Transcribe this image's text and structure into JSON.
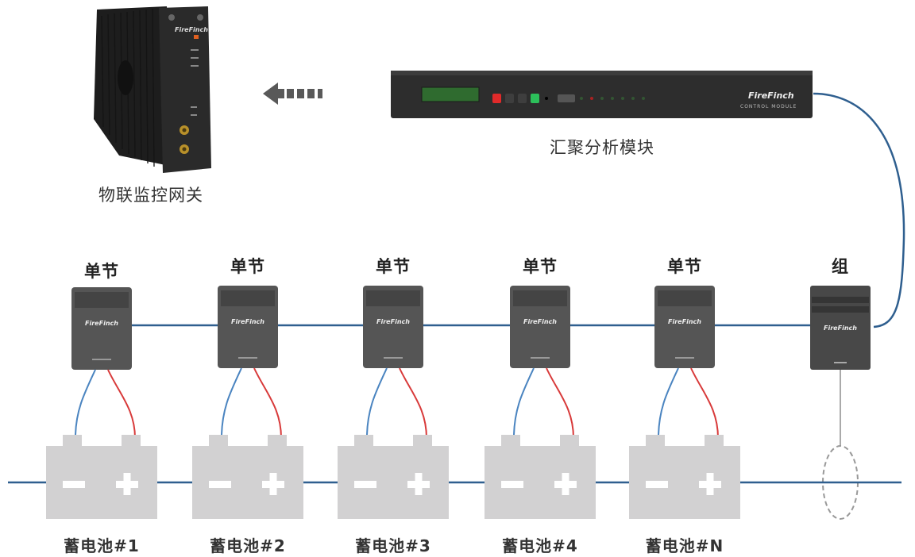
{
  "diagram": {
    "gateway": {
      "label": "物联监控网关",
      "brand": "FireFinch"
    },
    "aggregator": {
      "label": "汇聚分析模块",
      "brand": "FireFinch",
      "subtitle": "CONTROL MODULE"
    },
    "cell_monitors": [
      {
        "label": "单节",
        "brand": "FireFinch"
      },
      {
        "label": "单节",
        "brand": "FireFinch"
      },
      {
        "label": "单节",
        "brand": "FireFinch"
      },
      {
        "label": "单节",
        "brand": "FireFinch"
      },
      {
        "label": "单节",
        "brand": "FireFinch"
      }
    ],
    "group_monitor": {
      "label": "组",
      "brand": "FireFinch"
    },
    "batteries": [
      {
        "label": "蓄电池#1"
      },
      {
        "label": "蓄电池#2"
      },
      {
        "label": "蓄电池#3"
      },
      {
        "label": "蓄电池#4"
      },
      {
        "label": "蓄电池#N"
      }
    ],
    "arrow": {
      "direction": "left",
      "icon": "dashed-arrow-left-icon"
    },
    "colors": {
      "bus_line": "#2f5f8f",
      "negative_lead": "#4a84c0",
      "positive_lead": "#d83a3a",
      "battery_fill": "#d2d1d2",
      "device_body": "#4a4a4a",
      "brand_accent": "#e23c2a",
      "lcd": "#2f6b2f"
    }
  }
}
